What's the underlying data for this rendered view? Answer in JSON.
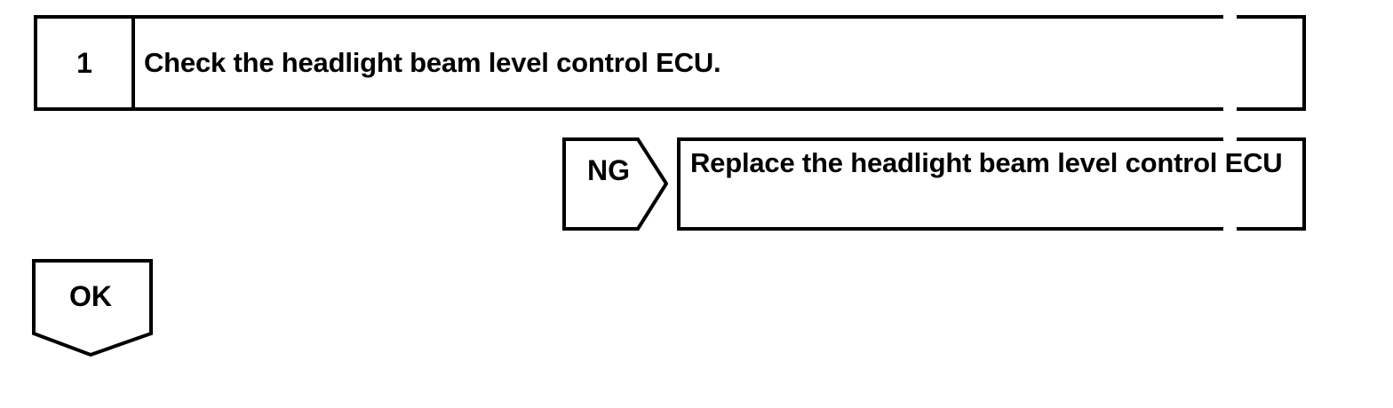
{
  "page": {
    "background_color": "#ffffff",
    "line_color": "#000000"
  },
  "flowchart": {
    "step_box": {
      "number": "1",
      "instruction": "Check the headlight beam level control ECU."
    },
    "ng_connector": {
      "label": "NG"
    },
    "ng_action_box": {
      "text": "Replace the headlight beam level control ECU"
    },
    "ok_connector": {
      "label": "OK"
    }
  }
}
